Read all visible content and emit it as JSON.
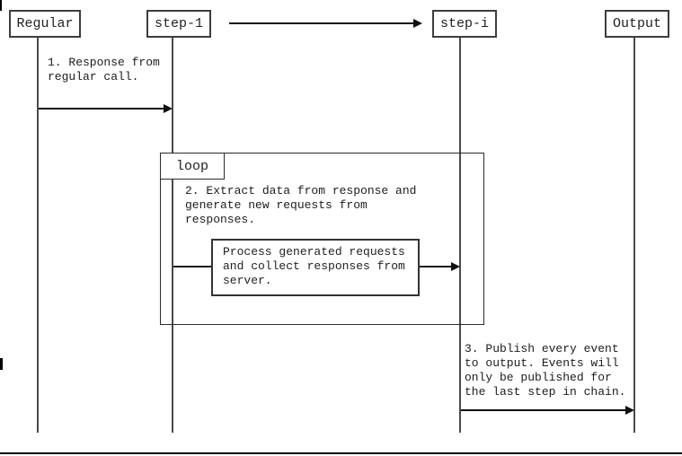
{
  "colors": {
    "ink": "#1f1f1f",
    "border": "#3d3d3d",
    "background": "#ffffff"
  },
  "diagram": {
    "type": "sequence-diagram",
    "participants": [
      {
        "label": "Regular"
      },
      {
        "label": "step-1"
      },
      {
        "label": "step-i"
      },
      {
        "label": "Output"
      }
    ],
    "loop": {
      "label": "loop"
    },
    "messages": {
      "msg1": "1. Response from\nregular call.",
      "msg2": "2. Extract data from response and\ngenerate new requests from responses.",
      "process": "Process generated requests\nand collect responses from\nserver.",
      "msg3": "3. Publish every event\nto output. Events will\nonly be published for\nthe last step in chain."
    }
  }
}
